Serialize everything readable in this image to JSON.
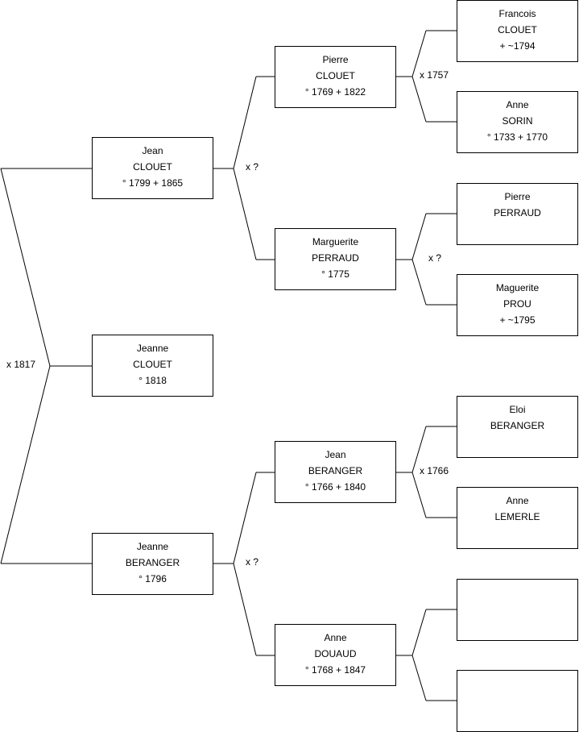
{
  "persons": {
    "p1": {
      "lines": [
        "Jeanne",
        "CLOUET",
        "° 1818"
      ]
    },
    "p2": {
      "lines": [
        "Jean",
        "CLOUET",
        "° 1799 + 1865"
      ]
    },
    "p3": {
      "lines": [
        "Jeanne",
        "BERANGER",
        "° 1796"
      ]
    },
    "p4": {
      "lines": [
        "Pierre",
        "CLOUET",
        "° 1769 + 1822"
      ]
    },
    "p5": {
      "lines": [
        "Marguerite",
        "PERRAUD",
        "° 1775"
      ]
    },
    "p6": {
      "lines": [
        "Jean",
        "BERANGER",
        "° 1766 + 1840"
      ]
    },
    "p7": {
      "lines": [
        "Anne",
        "DOUAUD",
        "° 1768 + 1847"
      ]
    },
    "p8": {
      "lines": [
        "Francois",
        "CLOUET",
        "+ ~1794"
      ]
    },
    "p9": {
      "lines": [
        "Anne",
        "SORIN",
        "° 1733 + 1770"
      ]
    },
    "p10": {
      "lines": [
        "Pierre",
        "PERRAUD"
      ]
    },
    "p11": {
      "lines": [
        "Maguerite",
        "PROU",
        "+ ~1795"
      ]
    },
    "p12": {
      "lines": [
        "Eloi",
        "BERANGER"
      ]
    },
    "p13": {
      "lines": [
        "Anne",
        "LEMERLE"
      ]
    },
    "p14": {
      "lines": []
    },
    "p15": {
      "lines": []
    }
  },
  "marriages": {
    "m1": "x 1817",
    "m2": "x ?",
    "m3": "x ?",
    "m4": "x 1757",
    "m5": "x ?",
    "m6": "x 1766",
    "m7": ""
  }
}
